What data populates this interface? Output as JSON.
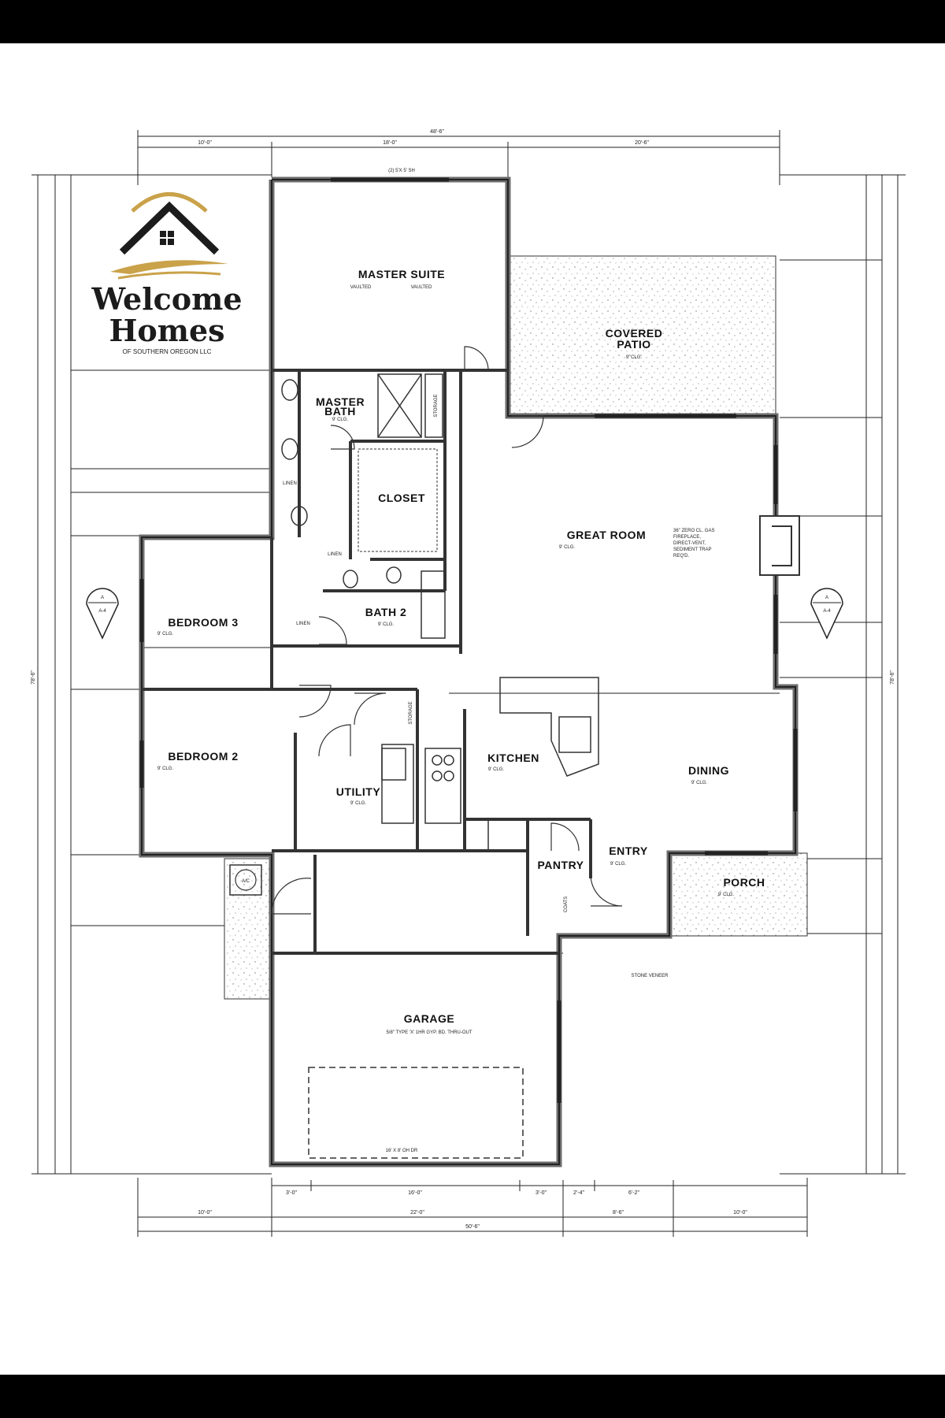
{
  "logo": {
    "line1": "Welcome",
    "line2": "Homes",
    "tagline": "OF SOUTHERN OREGON LLC",
    "icon": "house-with-sun-icon",
    "colors": {
      "roof": "#1c1c1c",
      "swoosh": "#c9a24a"
    }
  },
  "rooms": {
    "master_suite": {
      "name": "MASTER SUITE",
      "note": "VAULTED"
    },
    "covered_patio": {
      "name": "COVERED PATIO",
      "note": "9' CLG."
    },
    "master_bath": {
      "name": "MASTER BATH",
      "note": "9' CLG."
    },
    "closet": {
      "name": "CLOSET"
    },
    "great_room": {
      "name": "GREAT ROOM",
      "note": "9' CLG."
    },
    "fireplace_note": "36\" ZERO CL. GAS FIREPLACE, DIRECT-VENT, SEDIMENT TRAP REQ'D.",
    "bedroom3": {
      "name": "BEDROOM 3",
      "note": "9' CLG."
    },
    "bath2": {
      "name": "BATH 2",
      "note": "9' CLG."
    },
    "bedroom2": {
      "name": "BEDROOM 2",
      "note": "9' CLG."
    },
    "kitchen": {
      "name": "KITCHEN",
      "note": "9' CLG."
    },
    "dining": {
      "name": "DINING",
      "note": "9' CLG."
    },
    "utility": {
      "name": "UTILITY",
      "note": "9' CLG."
    },
    "pantry": {
      "name": "PANTRY"
    },
    "entry": {
      "name": "ENTRY",
      "note": "9' CLG."
    },
    "porch": {
      "name": "PORCH",
      "note": "9' CLG."
    },
    "garage": {
      "name": "GARAGE",
      "note": "5/8\" TYPE 'X' 1HR GYP. BD. THRU-OUT"
    }
  },
  "labels": {
    "linen": "LINEN",
    "storage": "STORAGE",
    "coats": "COATS",
    "ac": "A/C",
    "section_tag": "A",
    "section_sheet": "A-4",
    "stone_veneer": "STONE VENEER",
    "garage_door": "16' X 8' OH DR",
    "window_master": "(2) 5'X 5' SH"
  },
  "dimensions": {
    "overall_top": "48'-6\"",
    "top_segments": [
      "10'-0\"",
      "18'-0\"",
      "20'-6\""
    ],
    "overall_bottom": "50'-6\"",
    "bottom_segments": [
      "10'-0\"",
      "22'-0\"",
      "8'-6\"",
      "10'-0\""
    ],
    "garage_segments": [
      "3'-0\"",
      "16'-0\"",
      "3'-0\"",
      "2'-4\"",
      "6'-2\""
    ],
    "left_overall": "78'-6\"",
    "right_overall": "78'-6\""
  }
}
